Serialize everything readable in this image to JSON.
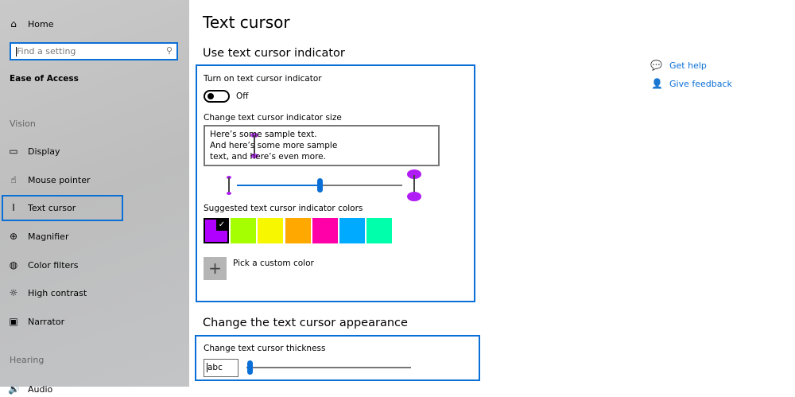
{
  "sidebar": {
    "home": "Home",
    "search_placeholder": "Find a setting",
    "category": "Ease of Access",
    "sections": [
      "Vision",
      "Hearing"
    ],
    "items": [
      {
        "label": "Display",
        "icon": "monitor-icon"
      },
      {
        "label": "Mouse pointer",
        "icon": "mouse-pointer-icon"
      },
      {
        "label": "Text cursor",
        "icon": "text-cursor-icon",
        "selected": true
      },
      {
        "label": "Magnifier",
        "icon": "magnifier-icon"
      },
      {
        "label": "Color filters",
        "icon": "palette-icon"
      },
      {
        "label": "High contrast",
        "icon": "sun-icon"
      },
      {
        "label": "Narrator",
        "icon": "narrator-icon"
      },
      {
        "label": "Audio",
        "icon": "speaker-icon"
      }
    ]
  },
  "main": {
    "title": "Text cursor",
    "indicator": {
      "heading": "Use text cursor indicator",
      "toggle_label": "Turn on text cursor indicator",
      "toggle_state": "Off",
      "size_label": "Change text cursor indicator size",
      "sample_lines": [
        "Here’s some sample text.",
        "And here’s some more sample",
        "text, and here’s even more."
      ],
      "size_slider_percent": 50,
      "colors_label": "Suggested text cursor indicator colors",
      "colors": [
        "#b000ff",
        "#a6ff00",
        "#f7f700",
        "#ffa800",
        "#ff00a8",
        "#00aaff",
        "#00ffaa"
      ],
      "selected_color": "#b000ff",
      "custom_color_label": "Pick a custom color"
    },
    "appearance": {
      "heading": "Change the text cursor appearance",
      "thickness_label": "Change text cursor thickness",
      "preview_text": "abc",
      "thickness_slider_percent": 1
    }
  },
  "help": {
    "get_help": "Get help",
    "give_feedback": "Give feedback"
  },
  "accent": "#0a6fd6"
}
